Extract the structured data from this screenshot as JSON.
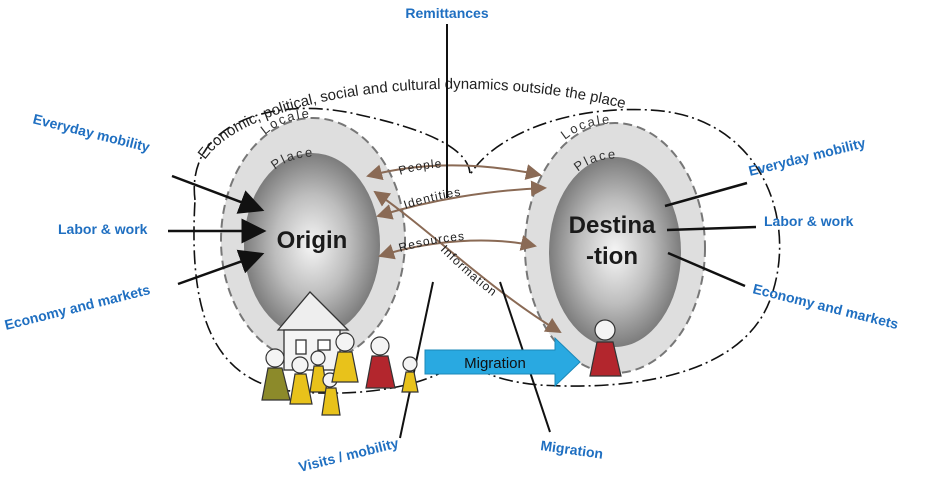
{
  "diagram": {
    "top_label": "Remittances",
    "outer_boundary_label": "Economic, political, social and cultural dynamics outside the place",
    "origin": {
      "title": "Origin",
      "locale_label": "Locale",
      "place_label": "Place"
    },
    "destination": {
      "title_line1": "Destina",
      "title_line2": "-tion",
      "locale_label": "Locale",
      "place_label": "Place"
    },
    "flows": {
      "people": "People",
      "identities": "Identities",
      "resources": "Resources",
      "information": "Information"
    },
    "left_labels": [
      "Everyday mobility",
      "Labor & work",
      "Economy and markets"
    ],
    "right_labels": [
      "Everyday mobility",
      "Labor & work",
      "Economy and markets"
    ],
    "bottom_labels": {
      "visits": "Visits / mobility",
      "migration": "Migration"
    },
    "migration_arrow_label": "Migration",
    "colors": {
      "label_blue": "#1f6fc1",
      "migration_arrow": "#29a9e1",
      "figure_yellow": "#e8c21b",
      "figure_red": "#b3262d",
      "figure_olive": "#8c8a2a"
    }
  }
}
